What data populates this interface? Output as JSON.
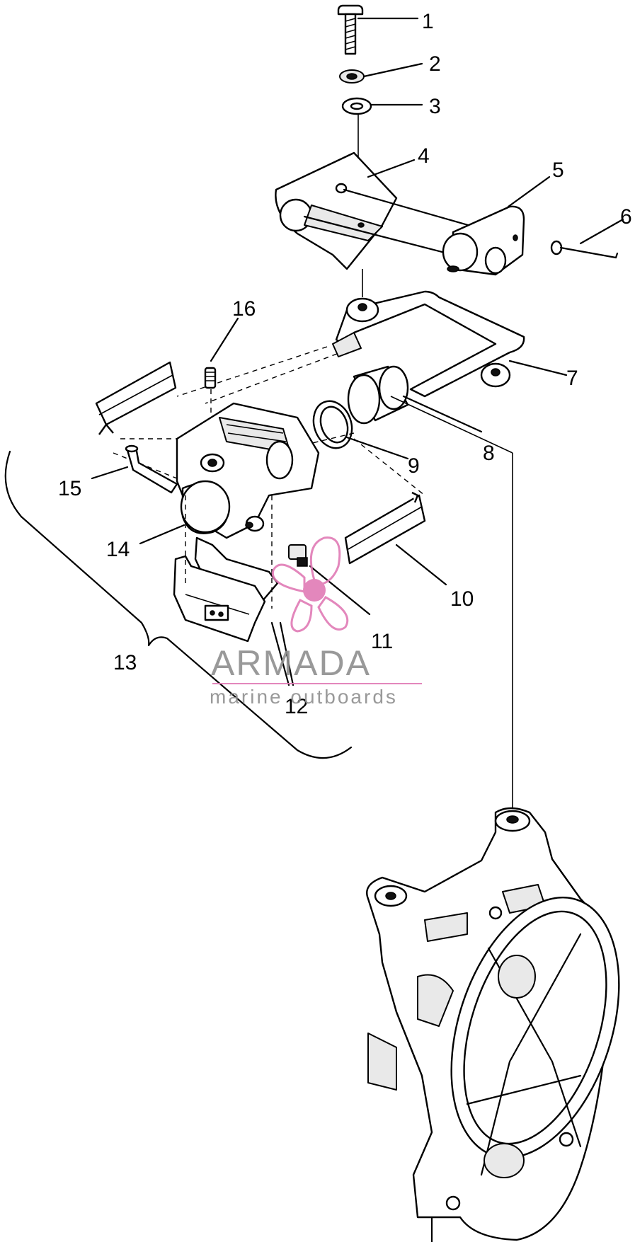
{
  "diagram": {
    "callouts": [
      {
        "id": "1",
        "label": "1"
      },
      {
        "id": "2",
        "label": "2"
      },
      {
        "id": "3",
        "label": "3"
      },
      {
        "id": "4",
        "label": "4"
      },
      {
        "id": "5",
        "label": "5"
      },
      {
        "id": "6",
        "label": "6"
      },
      {
        "id": "7",
        "label": "7"
      },
      {
        "id": "8",
        "label": "8"
      },
      {
        "id": "9",
        "label": "9"
      },
      {
        "id": "10",
        "label": "10"
      },
      {
        "id": "11",
        "label": "11"
      },
      {
        "id": "12",
        "label": "12"
      },
      {
        "id": "13",
        "label": "13"
      },
      {
        "id": "14",
        "label": "14"
      },
      {
        "id": "15",
        "label": "15"
      },
      {
        "id": "16",
        "label": "16"
      }
    ]
  },
  "watermark": {
    "brand": "ARMADA",
    "tagline": "marine outboards",
    "color": "#e07bb5"
  }
}
